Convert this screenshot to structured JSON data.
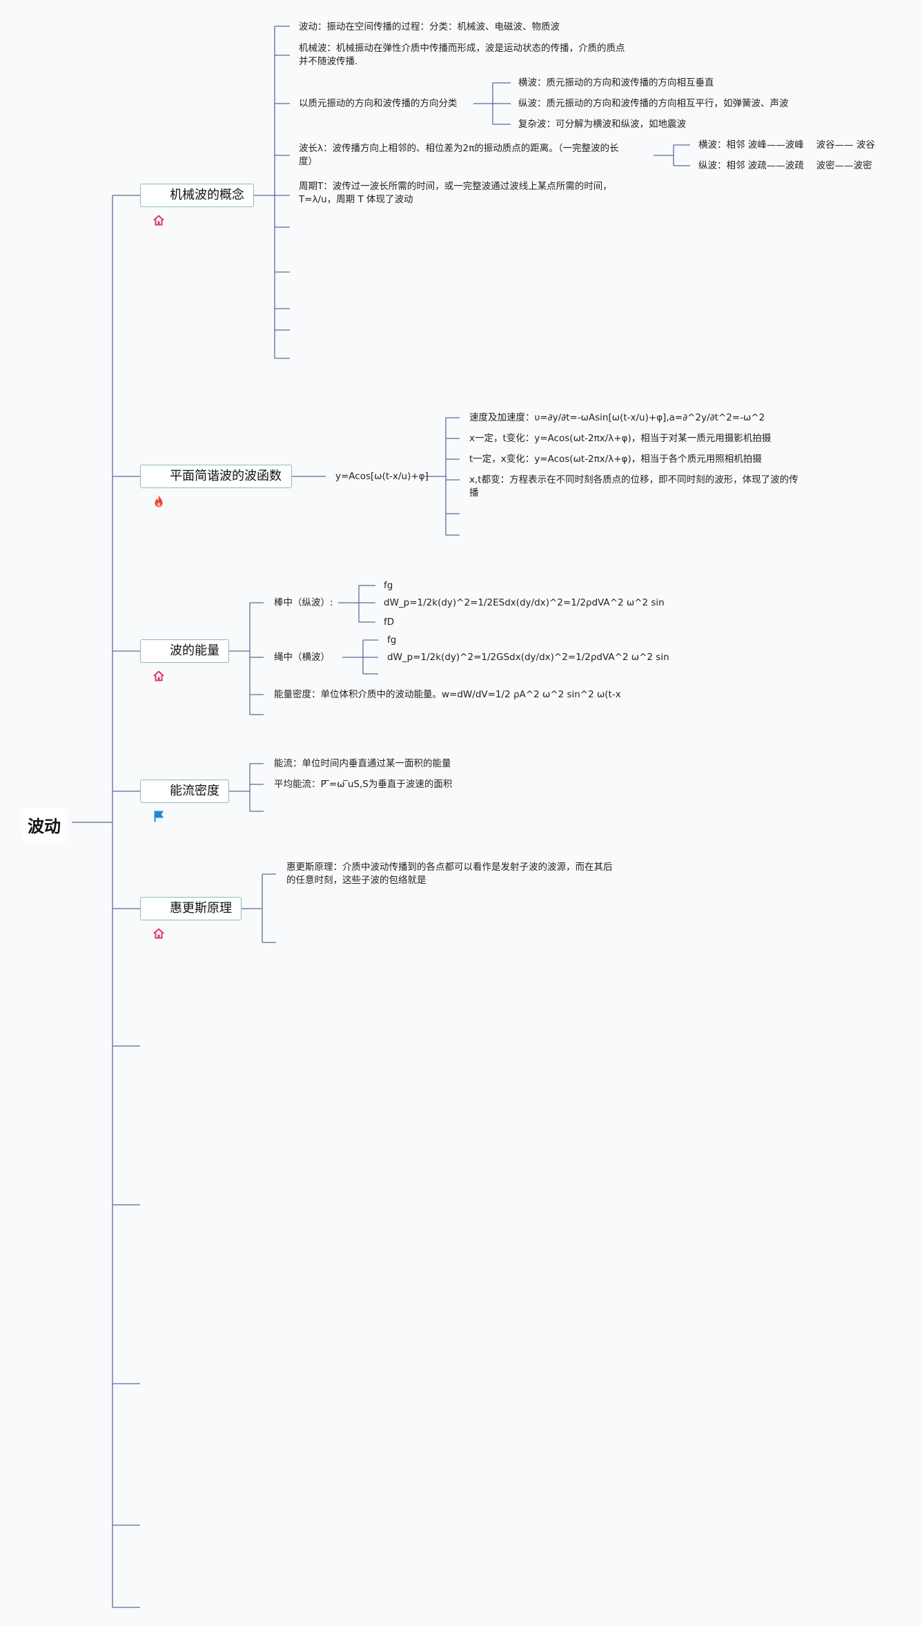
{
  "root": {
    "label": "波动"
  },
  "topics": [
    {
      "label": "机械波的概念",
      "icon": "house-icon",
      "items": [
        "波动：振动在空间传播的过程：分类：机械波、电磁波、物质波",
        "机械波：机械振动在弹性介质中传播而形成，波是运动状态的传播，介质的质点\n并不随波传播.",
        "以质元振动的方向和波传播的方向分类",
        "波长λ：波传播方向上相邻的、相位差为2π的振动质点的距离。（一完整波的长\n度）",
        "周期T：波传过一波长所需的时间，或一完整波通过波线上某点所需的时间，\nT=λ/u，周期 T 体现了波动"
      ],
      "classify_children": [
        "横波：质元振动的方向和波传播的方向相互垂直",
        "纵波：质元振动的方向和波传播的方向相互平行，如弹簧波、声波",
        "复杂波：可分解为横波和纵波，如地震波"
      ],
      "wavelength_children": [
        "横波：相邻 波峰——波峰　 波谷—— 波谷",
        "纵波：相邻 波疏——波疏　 波密——波密"
      ]
    },
    {
      "label": "平面简谐波的波函数",
      "icon": "flame-icon",
      "formula": "y=Acos[ω(t-x/u)+φ]",
      "formula_children": [
        "速度及加速度：υ=∂y/∂t=-ωAsin[ω(t-x/u)+φ],a=∂^2y/∂t^2=-ω^2",
        "x一定，t变化：y=Acos(ωt-2πx/λ+φ)，相当于对某一质元用摄影机拍摄",
        "t一定，x变化：y=Acos(ωt-2πx/λ+φ)，相当于各个质元用照相机拍摄",
        "x,t都变：方程表示在不同时刻各质点的位移，即不同时刻的波形，体现了波的传\n播"
      ]
    },
    {
      "label": "波的能量",
      "icon": "house-icon",
      "rod": {
        "label": "棒中（纵波）:",
        "children": [
          "fg",
          "dW_p=1/2k(dy)^2=1/2ESdx(dy/dx)^2=1/2ρdVA^2 ω^2 sin",
          "fD"
        ]
      },
      "rope": {
        "label": "绳中（横波）",
        "children": [
          "fg",
          "dW_p=1/2k(dy)^2=1/2GSdx(dy/dx)^2=1/2ρdVA^2 ω^2 sin"
        ]
      },
      "density": "能量密度：单位体积介质中的波动能量。w=dW/dV=1/2 ρA^2 ω^2 sin^2 ω(t-x"
    },
    {
      "label": "能流密度",
      "icon": "flag-icon",
      "items": [
        "能流：单位时间内垂直通过某一面积的能量",
        "平均能流：P ̅=ω ̅uS,S为垂直于波速的面积"
      ]
    },
    {
      "label": "惠更斯原理",
      "icon": "house-icon",
      "items": [
        "惠更斯原理：介质中波动传播到的各点都可以看作是发射子波的波源，而在其后\n的任意时刻，这些子波的包络就是"
      ]
    }
  ],
  "colors": {
    "line": "#5a6a9a",
    "topic_border": "#8bbcb7",
    "icon_house": "#e0386b",
    "icon_flame": "#e84a2f",
    "icon_flag": "#1e88d8"
  }
}
